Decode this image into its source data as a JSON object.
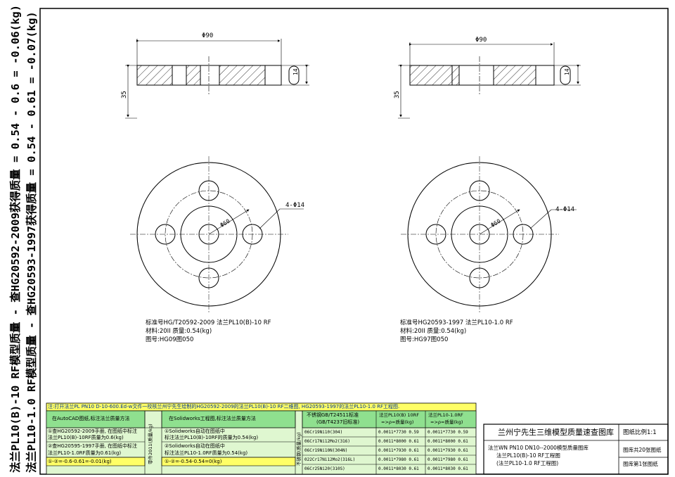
{
  "side_texts": [
    "法兰PL10(B)-10 RF模型质量 - 查HG20592-2009获得质量 = 0.54 - 0.6 = -0.06(kg)",
    "法兰PL10-1.0 RF模型质量 - 查HG20593-1997获得质量 = 0.54 - 0.61 = -0.07(kg)"
  ],
  "dims": {
    "diameter": "Φ90",
    "height": "35",
    "thickness": "14",
    "holes": "4-Φ14",
    "pcd": "Φ60"
  },
  "left_info": [
    "标准号HG/T20592-2009    法兰PL10(B)-10 RF",
    "材料:20II    质量:0.54(kg)",
    "图号:HG09图050"
  ],
  "right_info": [
    "标准号HG20593-1997    法兰PL10-1.0 RF",
    "材料:20II    质量:0.54(kg)",
    "图号:HG97图050"
  ],
  "note": "注:打开法兰PL PN10 D-10-600.Ed-w文件一校核兰州宁先生绘制的HG20592-2009的法兰PL10(B)-10 RF二维图, HG20593-1997的法兰PL10-1.0 RF工程图.",
  "table": {
    "h_autocad": "在AutoCAD图纸,标注法兰质量方法",
    "h_solid": "在Solidworks工程图,标注法兰质量方法",
    "h_vert1": "零件2011(质量/kg)",
    "h_vert2": "不锈钢(质量/kg)",
    "h_std": "不锈钢GB/T24511标准",
    "h_std2": "(GB/T4237旧标准)",
    "h_c1": "法兰PL10(B) 10RF",
    "h_c1b": "=>ρ=质量(kg)",
    "h_c2": "法兰PL10-1.0RF",
    "h_c2b": "=>ρ=质量(kg)",
    "r1_a": "①查HG20592-2009手册, 在图纸中标注",
    "r1_b": "法兰PL10(B)-10RF质量为0.6(kg)",
    "r2_a": "②查HG20595-1997手册, 在图纸中标注",
    "r2_b": "法兰PL10-1.0RF质量为0.61(kg)",
    "r3": "①-②=-0.6-0.61=-0.01(kg)",
    "s1_a": "①Solidworks自动在图纸中",
    "s1_b": "标注法兰PL10(B)-10RF的质量为0.54(kg)",
    "s2_a": "②Solidworks自动在图纸中",
    "s2_b": "标注法兰PL10-1.0RF质量为0.54(kg)",
    "s3": "①-②=-0.54-0.54=0(kg)",
    "mat_rows": [
      [
        "06Cr19Ni10(304)",
        "0.0011*7730 0.59",
        "0.0011*7730 0.59"
      ],
      [
        "06Cr17Ni12Mo2(316)",
        "0.0011*8000 0.61",
        "0.0011*8000 0.61"
      ],
      [
        "06Cr19Ni10N(304N)",
        "0.0011*7930 0.61",
        "0.0011*7930 0.61"
      ],
      [
        "022Cr17Ni12Mo2(316L)",
        "0.0011*7980 0.61",
        "0.0011*7980 0.61"
      ],
      [
        "06Cr25Ni20(310S)",
        "0.0011*8030 0.61",
        "0.0011*8030 0.61"
      ]
    ]
  },
  "title_block": {
    "main_title": "兰州宁先生三维模型质量速查图库",
    "scale": "图纸比例1:1",
    "desc1": "法兰WN PN10 DN10--2000模型质量图库",
    "desc2": "法兰PL10(B)-10 RF工程图",
    "desc3": "(法兰PL10-1.0 RF工程图)",
    "sheets": "图库共20张图纸",
    "sheet_no": "图库第1张图纸"
  },
  "colors": {
    "green": "#8fe08f",
    "yellow": "#ffff66",
    "light_green": "#dff7d0",
    "hatch": "#000000"
  }
}
